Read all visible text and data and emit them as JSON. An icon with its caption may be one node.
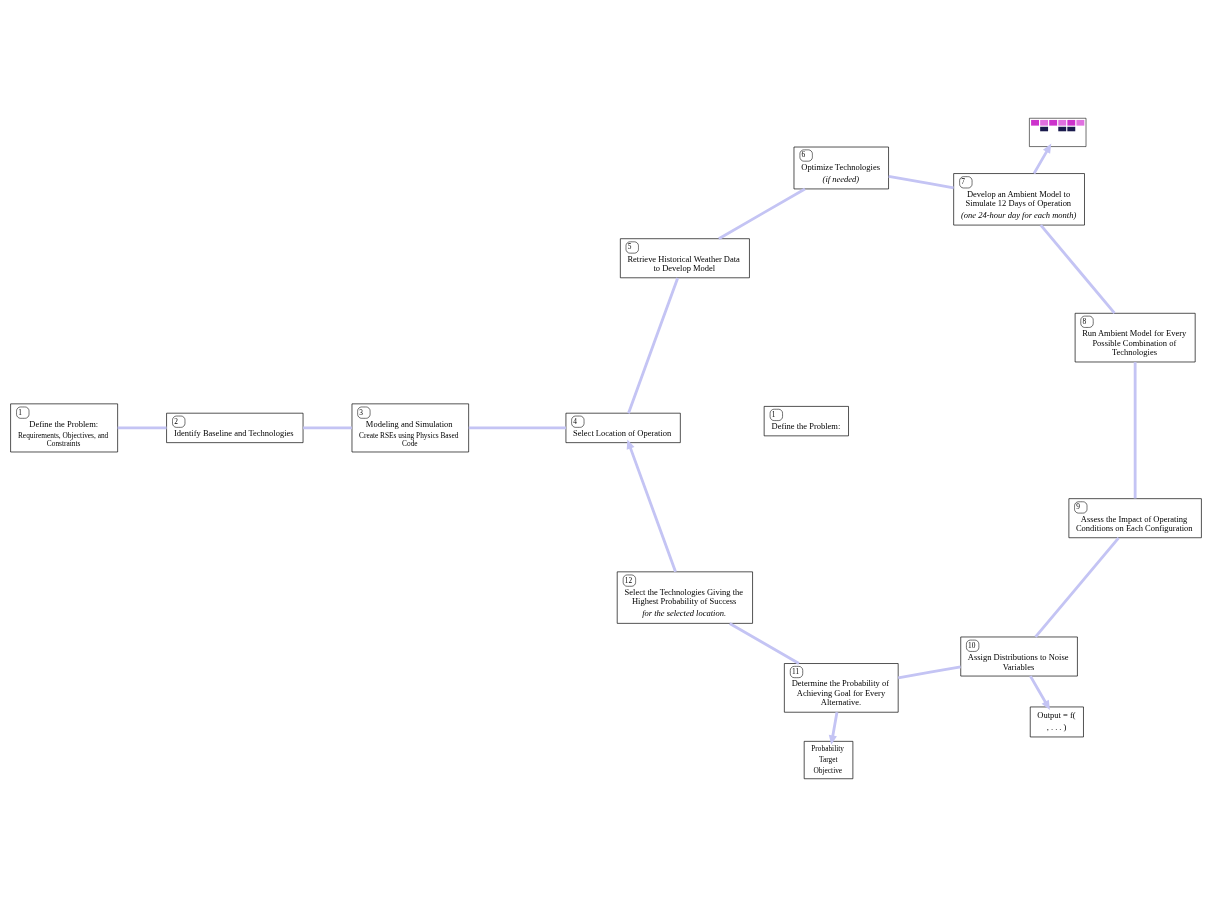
{
  "diagram": {
    "nodes": [
      {
        "text": [
          "1",
          "Define the Problem:"
        ]
      },
      {
        "text": [
          "1",
          "Define the Problem:",
          "Requirements, Objectives, and Constraints"
        ]
      },
      {
        "text": [
          "2",
          "Identify Baseline and Technologies"
        ]
      },
      {
        "text": [
          "3",
          "Modeling and Simulation",
          "Create RSEs using Physics Based Code"
        ]
      },
      {
        "text": [
          "4",
          "Select Location of Operation"
        ]
      },
      {
        "text": [
          "5",
          "Retrieve Historical Weather Data to Develop Model"
        ]
      },
      {
        "text": [
          "6",
          "Optimize Technologies",
          "(if needed)"
        ]
      },
      {
        "text": [
          "7",
          "Develop an Ambient Model to Simulate 12 Days of Operation",
          "(one 24-hour day for each month)"
        ]
      },
      {
        "text": [
          "8",
          "Run Ambient Model for Every Possible Combination of Technologies"
        ]
      },
      {
        "text": [
          "9",
          "Assess the Impact of Operating Conditions on Each Configuration"
        ]
      },
      {
        "text": [
          "10",
          "Assign Distributions to Noise Variables"
        ]
      },
      {
        "text": [
          "11",
          "Determine the Probability of Achieving Goal for Every Alternative."
        ]
      },
      {
        "text": [
          "12",
          "Select the Technologies Giving the Highest Probability of Success",
          "for the selected location."
        ]
      },
      {
        "text": [
          "Probability",
          "Target",
          "Objective"
        ]
      },
      {
        "text": [],
        "shape": "picture"
      },
      {
        "text": [
          "Output = f(",
          ", . . . )"
        ]
      }
    ],
    "edges": [
      {
        "from": 1,
        "to": 2,
        "arrow": "none"
      },
      {
        "from": 2,
        "to": 3,
        "arrow": "none"
      },
      {
        "from": 3,
        "to": 4,
        "arrow": "none"
      },
      {
        "from": 4,
        "to": 5,
        "arrow": "none"
      },
      {
        "from": 5,
        "to": 6,
        "arrow": "none"
      },
      {
        "from": 6,
        "to": 7,
        "arrow": "none"
      },
      {
        "from": 7,
        "to": 8,
        "arrow": "none"
      },
      {
        "from": 8,
        "to": 9,
        "arrow": "none"
      },
      {
        "from": 9,
        "to": 10,
        "arrow": "none"
      },
      {
        "from": 10,
        "to": 11,
        "arrow": "none"
      },
      {
        "from": 11,
        "to": 12,
        "arrow": "none"
      },
      {
        "from": 12,
        "to": 4,
        "arrow": "to"
      },
      {
        "from": 7,
        "to": 14,
        "arrow": "to"
      },
      {
        "from": 10,
        "to": 15,
        "arrow": "to"
      },
      {
        "from": 11,
        "to": 13,
        "arrow": "to"
      }
    ]
  }
}
